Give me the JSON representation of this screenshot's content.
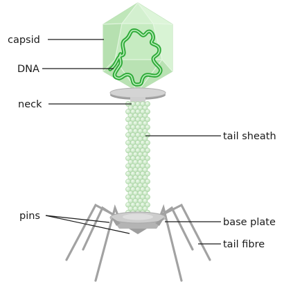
{
  "labels": {
    "capsid": "capsid",
    "dna": "DNA",
    "neck": "neck",
    "tail_sheath": "tail sheath",
    "pins": "pins",
    "base_plate": "base plate",
    "tail_fibre": "tail fibre"
  },
  "colors": {
    "capsid_fill": "#c9edc4",
    "dna_strand": "#2fae3a",
    "sheath_bead": "#cfeccb",
    "grey_parts": "#a9a9a9",
    "leader_line": "#1a1a1a"
  }
}
